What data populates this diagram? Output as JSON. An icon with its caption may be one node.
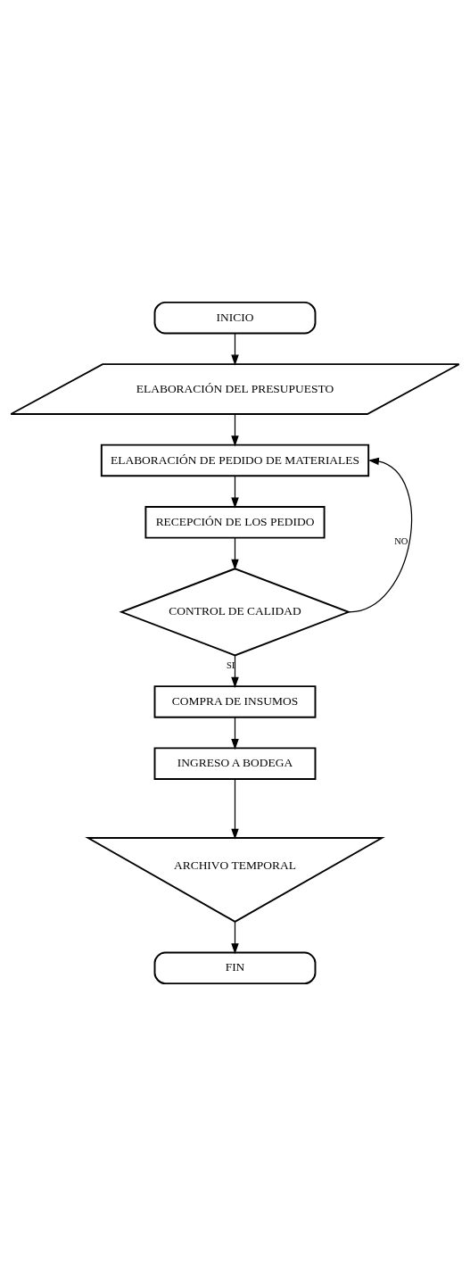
{
  "diagram": {
    "nodes": [
      {
        "text": [
          "INICIO"
        ]
      },
      {
        "text": [
          "ELABORACIÓN DEL PRESUPUESTO"
        ]
      },
      {
        "text": [
          "ELABORACIÓN DE PEDIDO DE MATERIALES"
        ]
      },
      {
        "text": [
          "RECEPCIÓN DE LOS PEDIDO"
        ]
      },
      {
        "text": [
          "CONTROL DE CALIDAD"
        ]
      },
      {
        "text": [
          "COMPRA DE INSUMOS"
        ]
      },
      {
        "text": [
          "INGRESO A BODEGA"
        ]
      },
      {
        "text": [
          "ARCHIVO TEMPORAL"
        ]
      },
      {
        "text": [
          "FIN"
        ]
      }
    ],
    "edges": [
      {
        "from": 0,
        "to": 1,
        "arrow": "to"
      },
      {
        "from": 1,
        "to": 2,
        "arrow": "to"
      },
      {
        "from": 2,
        "to": 3,
        "arrow": "to"
      },
      {
        "from": 3,
        "to": 4,
        "arrow": "to"
      },
      {
        "from": 4,
        "to": 5,
        "arrow": "to",
        "label": "SI"
      },
      {
        "from": 5,
        "to": 6,
        "arrow": "to"
      },
      {
        "from": 6,
        "to": 7,
        "arrow": "to"
      },
      {
        "from": 7,
        "to": 8,
        "arrow": "to"
      },
      {
        "from": 4,
        "to": 2,
        "arrow": "to",
        "label": "NO"
      }
    ]
  }
}
